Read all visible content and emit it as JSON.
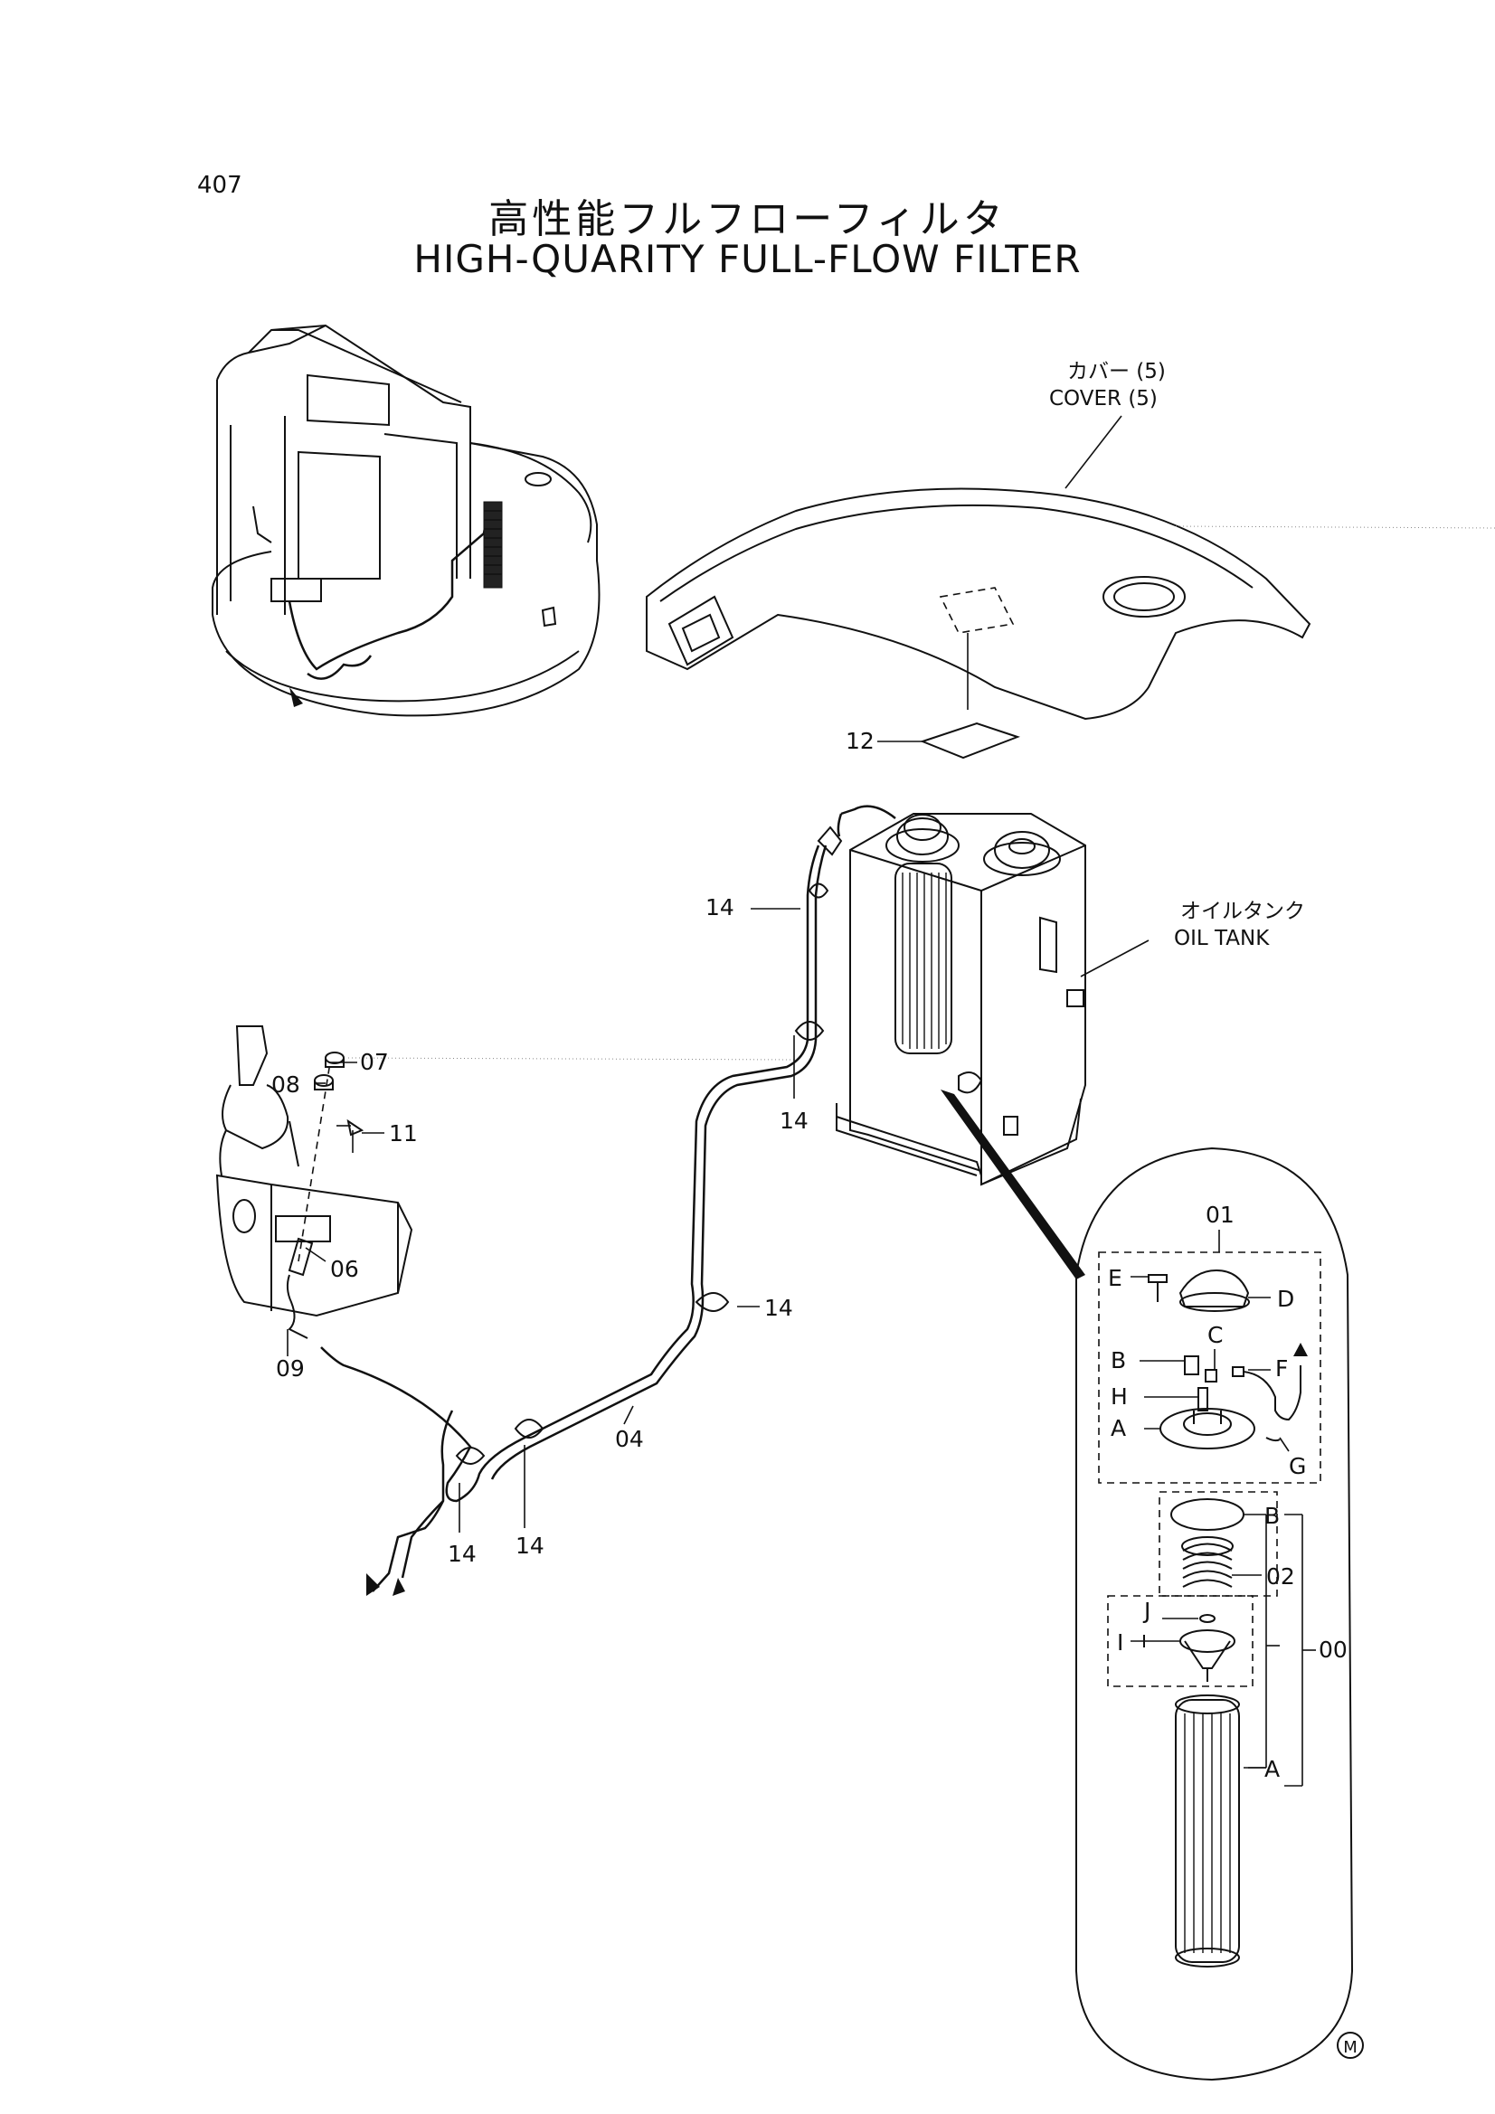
{
  "page_number": "407",
  "title_ja": "高性能フルフローフィルタ",
  "title_en": "HIGH-QUARITY FULL-FLOW FILTER",
  "callouts": {
    "cover_ja": "カバー (5)",
    "cover_en": "COVER (5)",
    "oil_tank_ja": "オイルタンク",
    "oil_tank_en": "OIL TANK",
    "p12": "12",
    "p14a": "14",
    "p14b": "14",
    "p14c": "14",
    "p14d": "14",
    "p14e": "14",
    "p07": "07",
    "p08": "08",
    "p11": "11",
    "p06": "06",
    "p09": "09",
    "p04": "04",
    "p01": "01",
    "p02": "02",
    "p00": "00",
    "sE": "E",
    "sD": "D",
    "sB1": "B",
    "sC": "C",
    "sF": "F",
    "sH": "H",
    "sA1": "A",
    "sG": "G",
    "sB2": "B",
    "sJ": "J",
    "sI": "I",
    "sA2": "A"
  },
  "marker": "M"
}
